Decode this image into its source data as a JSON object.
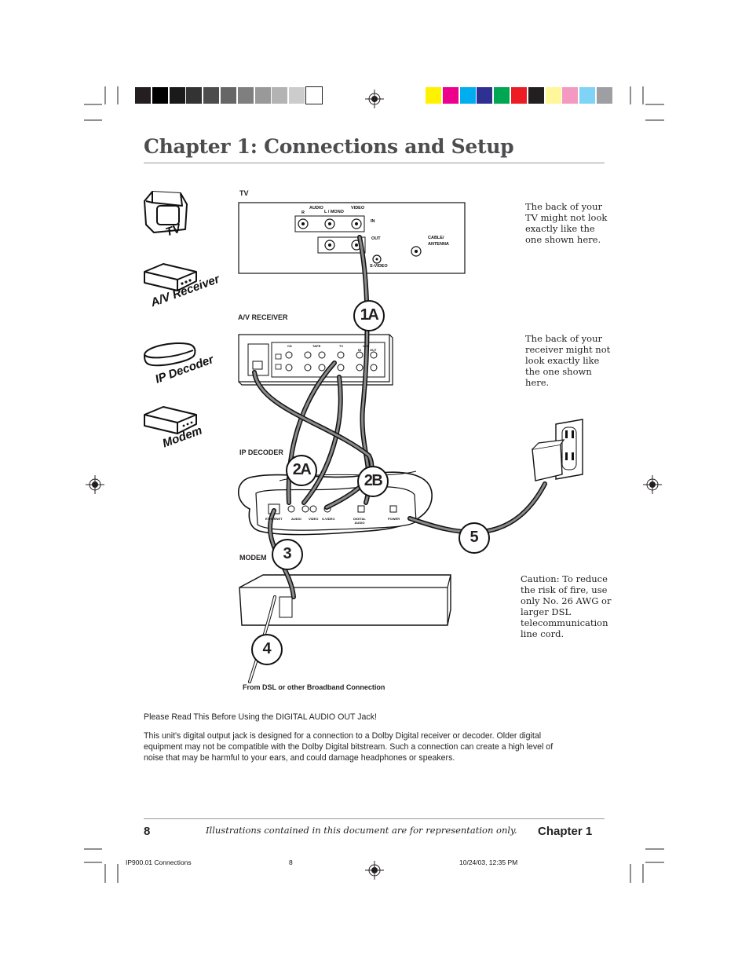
{
  "header": {
    "title": "Chapter 1: Connections and Setup"
  },
  "print_marks": {
    "grayscale_swatches": [
      "#231f20",
      "#000000",
      "#1a1a1a",
      "#333333",
      "#4d4d4d",
      "#666666",
      "#7f7f7f",
      "#999999",
      "#b3b3b3",
      "#cccccc",
      "#ffffff"
    ],
    "color_swatches": [
      "#fff200",
      "#ec008c",
      "#00aeef",
      "#2e3192",
      "#00a651",
      "#ed1c24",
      "#231f20",
      "#fff799",
      "#f49ac1",
      "#7fd3f7",
      "#9d9fa2"
    ]
  },
  "icons": {
    "tv_label": "TV",
    "receiver_label": "A/V Receiver",
    "decoder_label": "IP Decoder",
    "modem_label": "Modem"
  },
  "diagram": {
    "tv_heading": "TV",
    "receiver_heading": "A/V RECEIVER",
    "decoder_heading": "IP DECODER",
    "modem_heading": "MODEM",
    "dsl_caption": "From DSL or other Broadband Connection",
    "tv_panel": {
      "audio": "AUDIO",
      "r": "R",
      "l_mono": "L / MONO",
      "video": "VIDEO",
      "in": "IN",
      "out": "OUT",
      "cable_antenna_1": "CABLE/",
      "cable_antenna_2": "ANTENNA",
      "svideo": "S-VIDEO"
    },
    "receiver_panel": {
      "cd": "CD",
      "tape": "TAPE",
      "tv": "TV",
      "vcr": "VCR",
      "in": "IN",
      "out": "OUT"
    },
    "decoder_panel": {
      "ethernet": "ETHERNET",
      "audio": "AUDIO",
      "video": "VIDEO",
      "svideo": "S-VIDEO",
      "digital_audio": "DIGITAL AUDIO",
      "power": "POWER"
    },
    "steps": {
      "s1a": "1A",
      "s2a": "2A",
      "s2b": "2B",
      "s3": "3",
      "s4": "4",
      "s5": "5"
    }
  },
  "notes": {
    "tv_note": [
      "The back of your",
      "TV might not look",
      "exactly like the",
      "one shown here."
    ],
    "receiver_note": [
      "The back of your",
      "receiver might not",
      "look exactly like",
      "the one shown",
      "here."
    ],
    "caution_note": [
      "Caution: To reduce",
      "the risk of fire, use",
      "only No. 26 AWG or",
      "larger DSL",
      "telecommunication",
      "line cord."
    ]
  },
  "body": {
    "heading": "Please Read This Before Using the DIGITAL AUDIO OUT Jack!",
    "paragraph_lines": [
      "This unit's digital output jack is designed for a connection to a Dolby Digital receiver or decoder. Older digital",
      "equipment may not be compatible with the Dolby Digital bitstream. Such a connection can create a high level of",
      "noise that may be harmful to your ears, and could damage headphones or speakers."
    ]
  },
  "footer": {
    "page_number": "8",
    "note": "Illustrations contained in this document are for representation only.",
    "chapter": "Chapter 1"
  },
  "slug": {
    "file": "IP900.01 Connections",
    "page": "8",
    "date": "10/24/03, 12:35 PM"
  }
}
